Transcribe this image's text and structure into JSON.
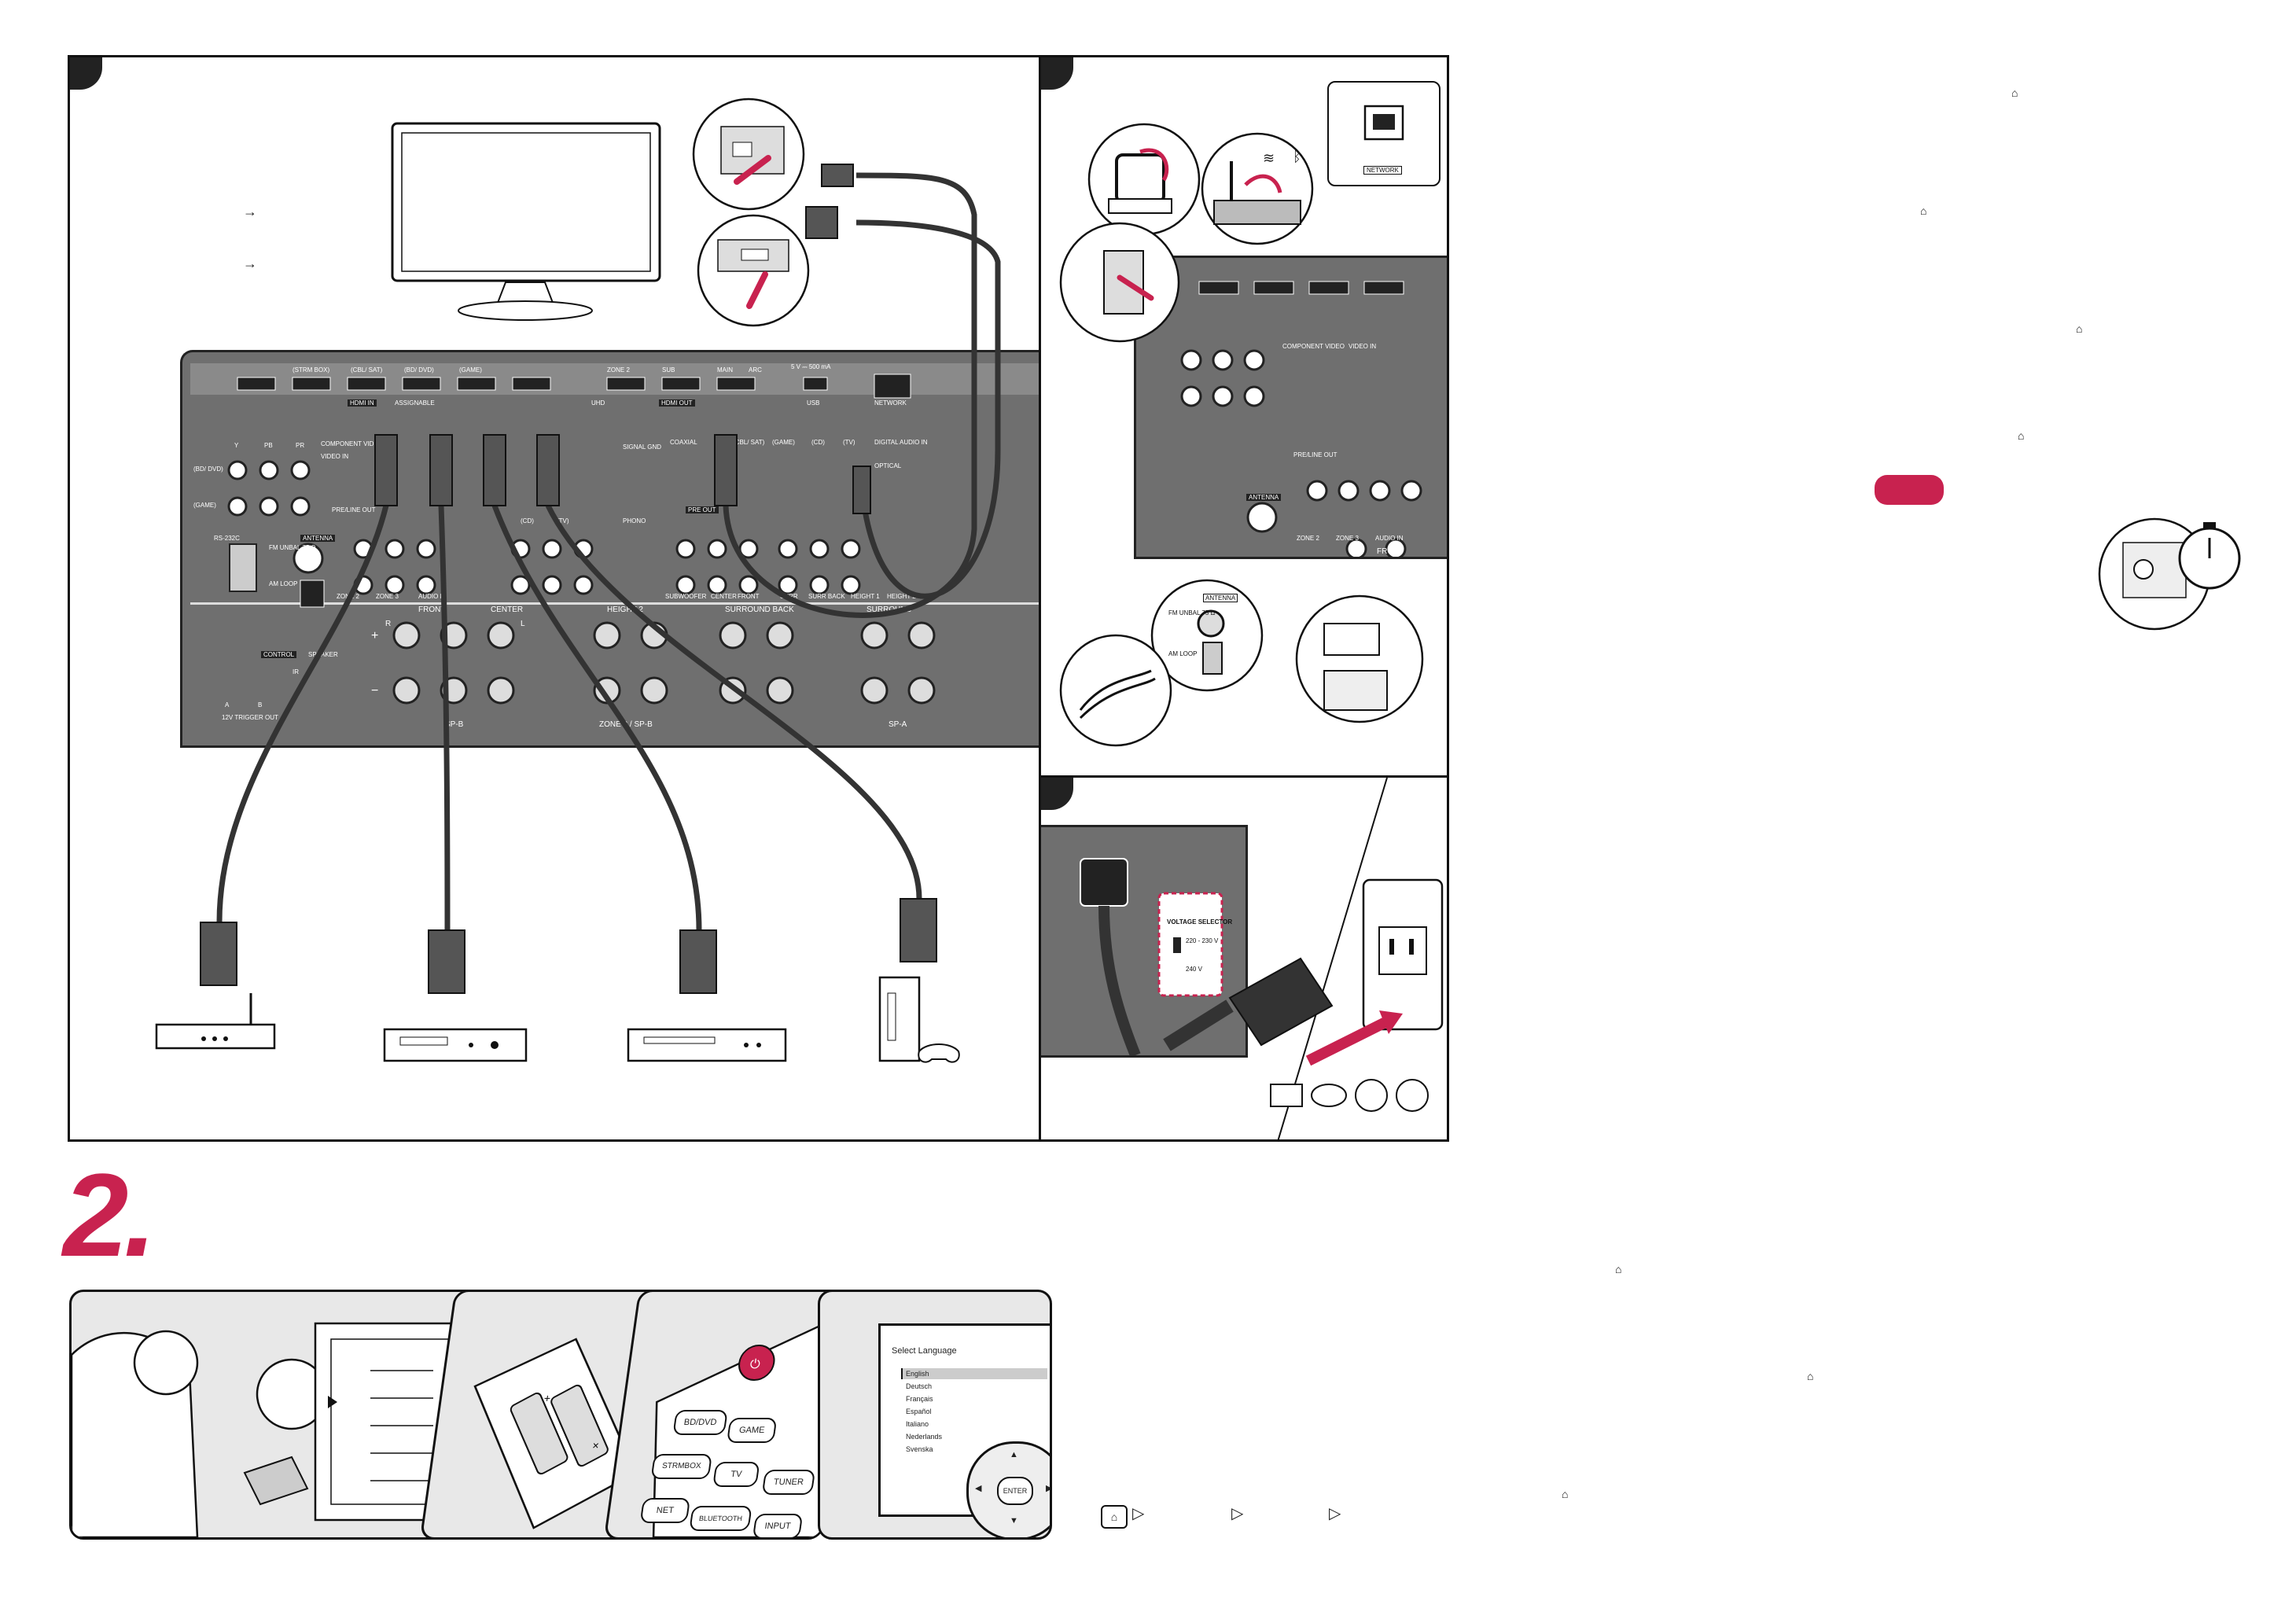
{
  "step": {
    "number": "2."
  },
  "icons": {
    "home": "home-icon",
    "arrow": "arrow-right-icon",
    "chevron": "chevron-right-icon"
  },
  "colors": {
    "accent": "#c8224f",
    "panel_gray": "#6f6f6f",
    "outline": "#111111"
  },
  "receiver": {
    "hdmi_in": {
      "label": "HDMI IN",
      "ports": [
        "(STRM BOX)",
        "(CBL/ SAT)",
        "(BD/ DVD)",
        "(GAME)"
      ],
      "assignable": "ASSIGNABLE"
    },
    "hdmi_out": {
      "label": "HDMI OUT",
      "ports": [
        "ZONE 2",
        "SUB",
        "MAIN",
        "ARC"
      ],
      "uhd": "UHD"
    },
    "usb": {
      "label": "USB",
      "power": "5 V ⎓ 500 mA"
    },
    "network": "NETWORK",
    "component_video": "COMPONENT VIDEO",
    "component_inputs": [
      "Y",
      "PB",
      "PR"
    ],
    "component_sources": [
      "(BD/ DVD)",
      "(GAME)"
    ],
    "video_in": "VIDEO IN",
    "digital_audio_in": "DIGITAL AUDIO IN",
    "coaxial": "COAXIAL",
    "optical": "OPTICAL",
    "digital_sources": [
      "(CBL/ SAT)",
      "(GAME)",
      "(CD)",
      "(TV)"
    ],
    "signal_gnd": "SIGNAL GND",
    "phono": "PHONO",
    "audio_sources": [
      "(CD)",
      "(TV)"
    ],
    "pre_out": "PRE OUT",
    "pre_out_channels": [
      "SUBWOOFER",
      "CENTER",
      "FRONT",
      "SURR",
      "SURR BACK",
      "HEIGHT 1",
      "HEIGHT 2"
    ],
    "pre_line_out": "PRE/LINE OUT",
    "zones": [
      "ZONE 2",
      "ZONE 3"
    ],
    "audio_in": "AUDIO IN",
    "rs232c": "RS-232C",
    "antenna": {
      "label": "ANTENNA",
      "fm": "FM UNBAL 75 Ω",
      "am": "AM LOOP"
    },
    "control": "CONTROL",
    "speaker": "SPEAKER",
    "ir": "IR",
    "trigger": "12V TRIGGER OUT",
    "trigger_ports": [
      "A",
      "B"
    ],
    "speaker_groups": [
      "FRONT",
      "CENTER",
      "HEIGHT 2",
      "SURROUND BACK",
      "SURROUND"
    ],
    "speaker_zones": [
      "SP-B",
      "ZONE 2 / SP-B",
      "SP-A"
    ],
    "rl": [
      "R",
      "L"
    ],
    "polarity": [
      "+",
      "−"
    ]
  },
  "power": {
    "voltage_selector": "VOLTAGE SELECTOR",
    "voltages": [
      "220 - 230 V",
      "240 V"
    ]
  },
  "language_screen": {
    "title": "Select Language",
    "languages": [
      "English",
      "Deutsch",
      "Français",
      "Español",
      "Italiano",
      "Nederlands",
      "Svenska"
    ],
    "enter": "ENTER"
  },
  "remote": {
    "buttons": [
      "BD/DVD",
      "GAME",
      "STRMBOX",
      "TV",
      "TUNER",
      "NET",
      "BLUETOOTH",
      "INPUT"
    ]
  }
}
